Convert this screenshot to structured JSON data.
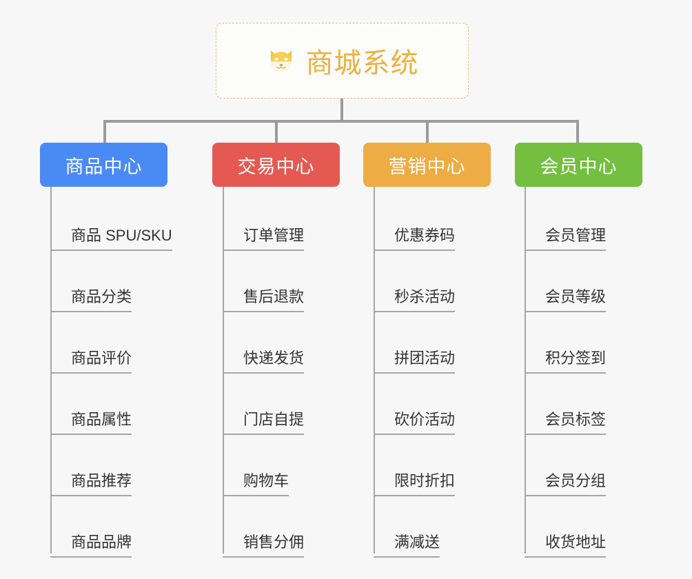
{
  "background_color": "#f7f7f7",
  "root": {
    "title": "商城系统",
    "icon": "shiba-inu-face-emoji",
    "text_color": "#eeb03f",
    "border_color": "#e8bd6e"
  },
  "connector_color": "#9b9b9b",
  "categories": [
    {
      "label": "商品中心",
      "color": "#4a8af4",
      "items": [
        "商品 SPU/SKU",
        "商品分类",
        "商品评价",
        "商品属性",
        "商品推荐",
        "商品品牌"
      ]
    },
    {
      "label": "交易中心",
      "color": "#e45a52",
      "items": [
        "订单管理",
        "售后退款",
        "快递发货",
        "门店自提",
        "购物车",
        "销售分佣"
      ]
    },
    {
      "label": "营销中心",
      "color": "#eeac45",
      "items": [
        "优惠券码",
        "秒杀活动",
        "拼团活动",
        "砍价活动",
        "限时折扣",
        "满减送"
      ]
    },
    {
      "label": "会员中心",
      "color": "#74bf3f",
      "items": [
        "会员管理",
        "会员等级",
        "积分签到",
        "会员标签",
        "会员分组",
        "收货地址"
      ]
    }
  ]
}
